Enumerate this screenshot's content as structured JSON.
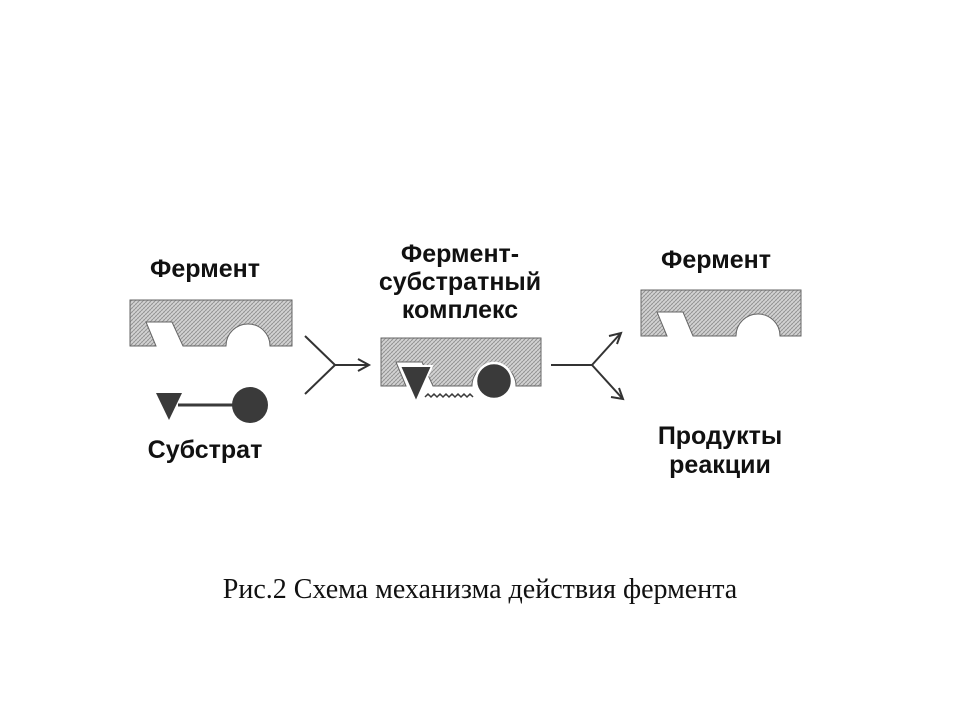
{
  "labels": {
    "enzyme_left": "Фермент",
    "complex_line1": "Фермент-",
    "complex_line2": "субстратный",
    "complex_line3": "комплекс",
    "enzyme_right": "Фермент",
    "substrate": "Субстрат",
    "products_line1": "Продукты",
    "products_line2": "реакции"
  },
  "caption": "Рис.2 Схема механизма действия фермента",
  "colors": {
    "enzyme_fill": "#d2d2d2",
    "enzyme_stroke": "#555555",
    "substrate_fill": "#3a3a3a",
    "arrow": "#333333",
    "text": "#111111"
  }
}
